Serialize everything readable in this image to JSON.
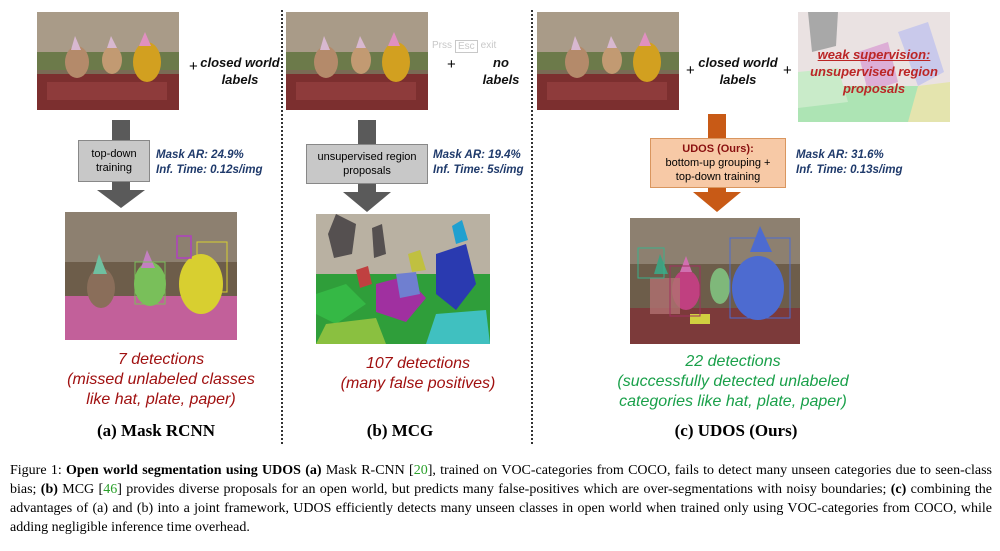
{
  "panels": [
    {
      "id": "a",
      "plus_text": "+",
      "label_lines": [
        "closed world",
        "labels"
      ],
      "box_lines": [
        "top-down",
        "training"
      ],
      "metric_ar": "Mask AR: 24.9%",
      "metric_time": "Inf. Time: 0.12s/img",
      "detection_lines": [
        "7 detections",
        "(missed unlabeled classes",
        "like hat, plate, paper)"
      ],
      "subtitle": "(a) Mask RCNN"
    },
    {
      "id": "b",
      "plus_text": "+",
      "label_lines": [
        "no",
        "labels"
      ],
      "box_lines": [
        "unsupervised region",
        "proposals"
      ],
      "metric_ar": "Mask AR: 19.4%",
      "metric_time": "Inf. Time: 5s/img",
      "detection_lines": [
        "107 detections",
        "(many false positives)"
      ],
      "subtitle": "(b) MCG"
    },
    {
      "id": "c",
      "plus_text": "+",
      "plus2_text": "+",
      "label_lines": [
        "closed world",
        "labels"
      ],
      "weak_lines": [
        "weak supervision:",
        "unsupervised region",
        "proposals"
      ],
      "box_title": "UDOS (Ours):",
      "box_lines": [
        "bottom-up grouping +",
        "top-down training"
      ],
      "metric_ar": "Mask AR: 31.6%",
      "metric_time": "Inf. Time: 0.13s/img",
      "detection_lines": [
        "22 detections",
        "(successfully detected unlabeled",
        "categories like hat, plate, paper)"
      ],
      "subtitle": "(c) UDOS (Ours)"
    }
  ],
  "overlay_keys": [
    "Prss",
    "Esc",
    "exit"
  ],
  "caption": {
    "figure": "Figure 1: ",
    "bold_title": "Open world segmentation using UDOS",
    "p1_tag": " (a)",
    "p1_text": " Mask R-CNN [",
    "cite1": "20",
    "p1_rest": "], trained on VOC-categories from COCO, fails to detect many unseen categories due to seen-class bias; ",
    "p2_tag": "(b)",
    "p2_text": " MCG [",
    "cite2": "46",
    "p2_rest": "] provides diverse proposals for an open world, but predicts many false-positives which are over-segmentations with noisy boundaries; ",
    "p3_tag": "(c)",
    "p3_rest": " combining the advantages of (a) and (b) into a joint framework, UDOS efficiently detects many unseen classes in open world when trained only using VOC-categories from COCO, while adding negligible inference time overhead."
  },
  "colors": {
    "detection_red": "#a01010",
    "detection_green": "#1aa04a",
    "metric_blue": "#1f3a6b",
    "arrow_gray": "#5a5a5a",
    "box_gray": "#c8c8c8",
    "arrow_orange": "#c85a16",
    "box_peach": "#f7c9a6",
    "weak_red": "#b00000",
    "cite_green": "#2aa02a"
  }
}
